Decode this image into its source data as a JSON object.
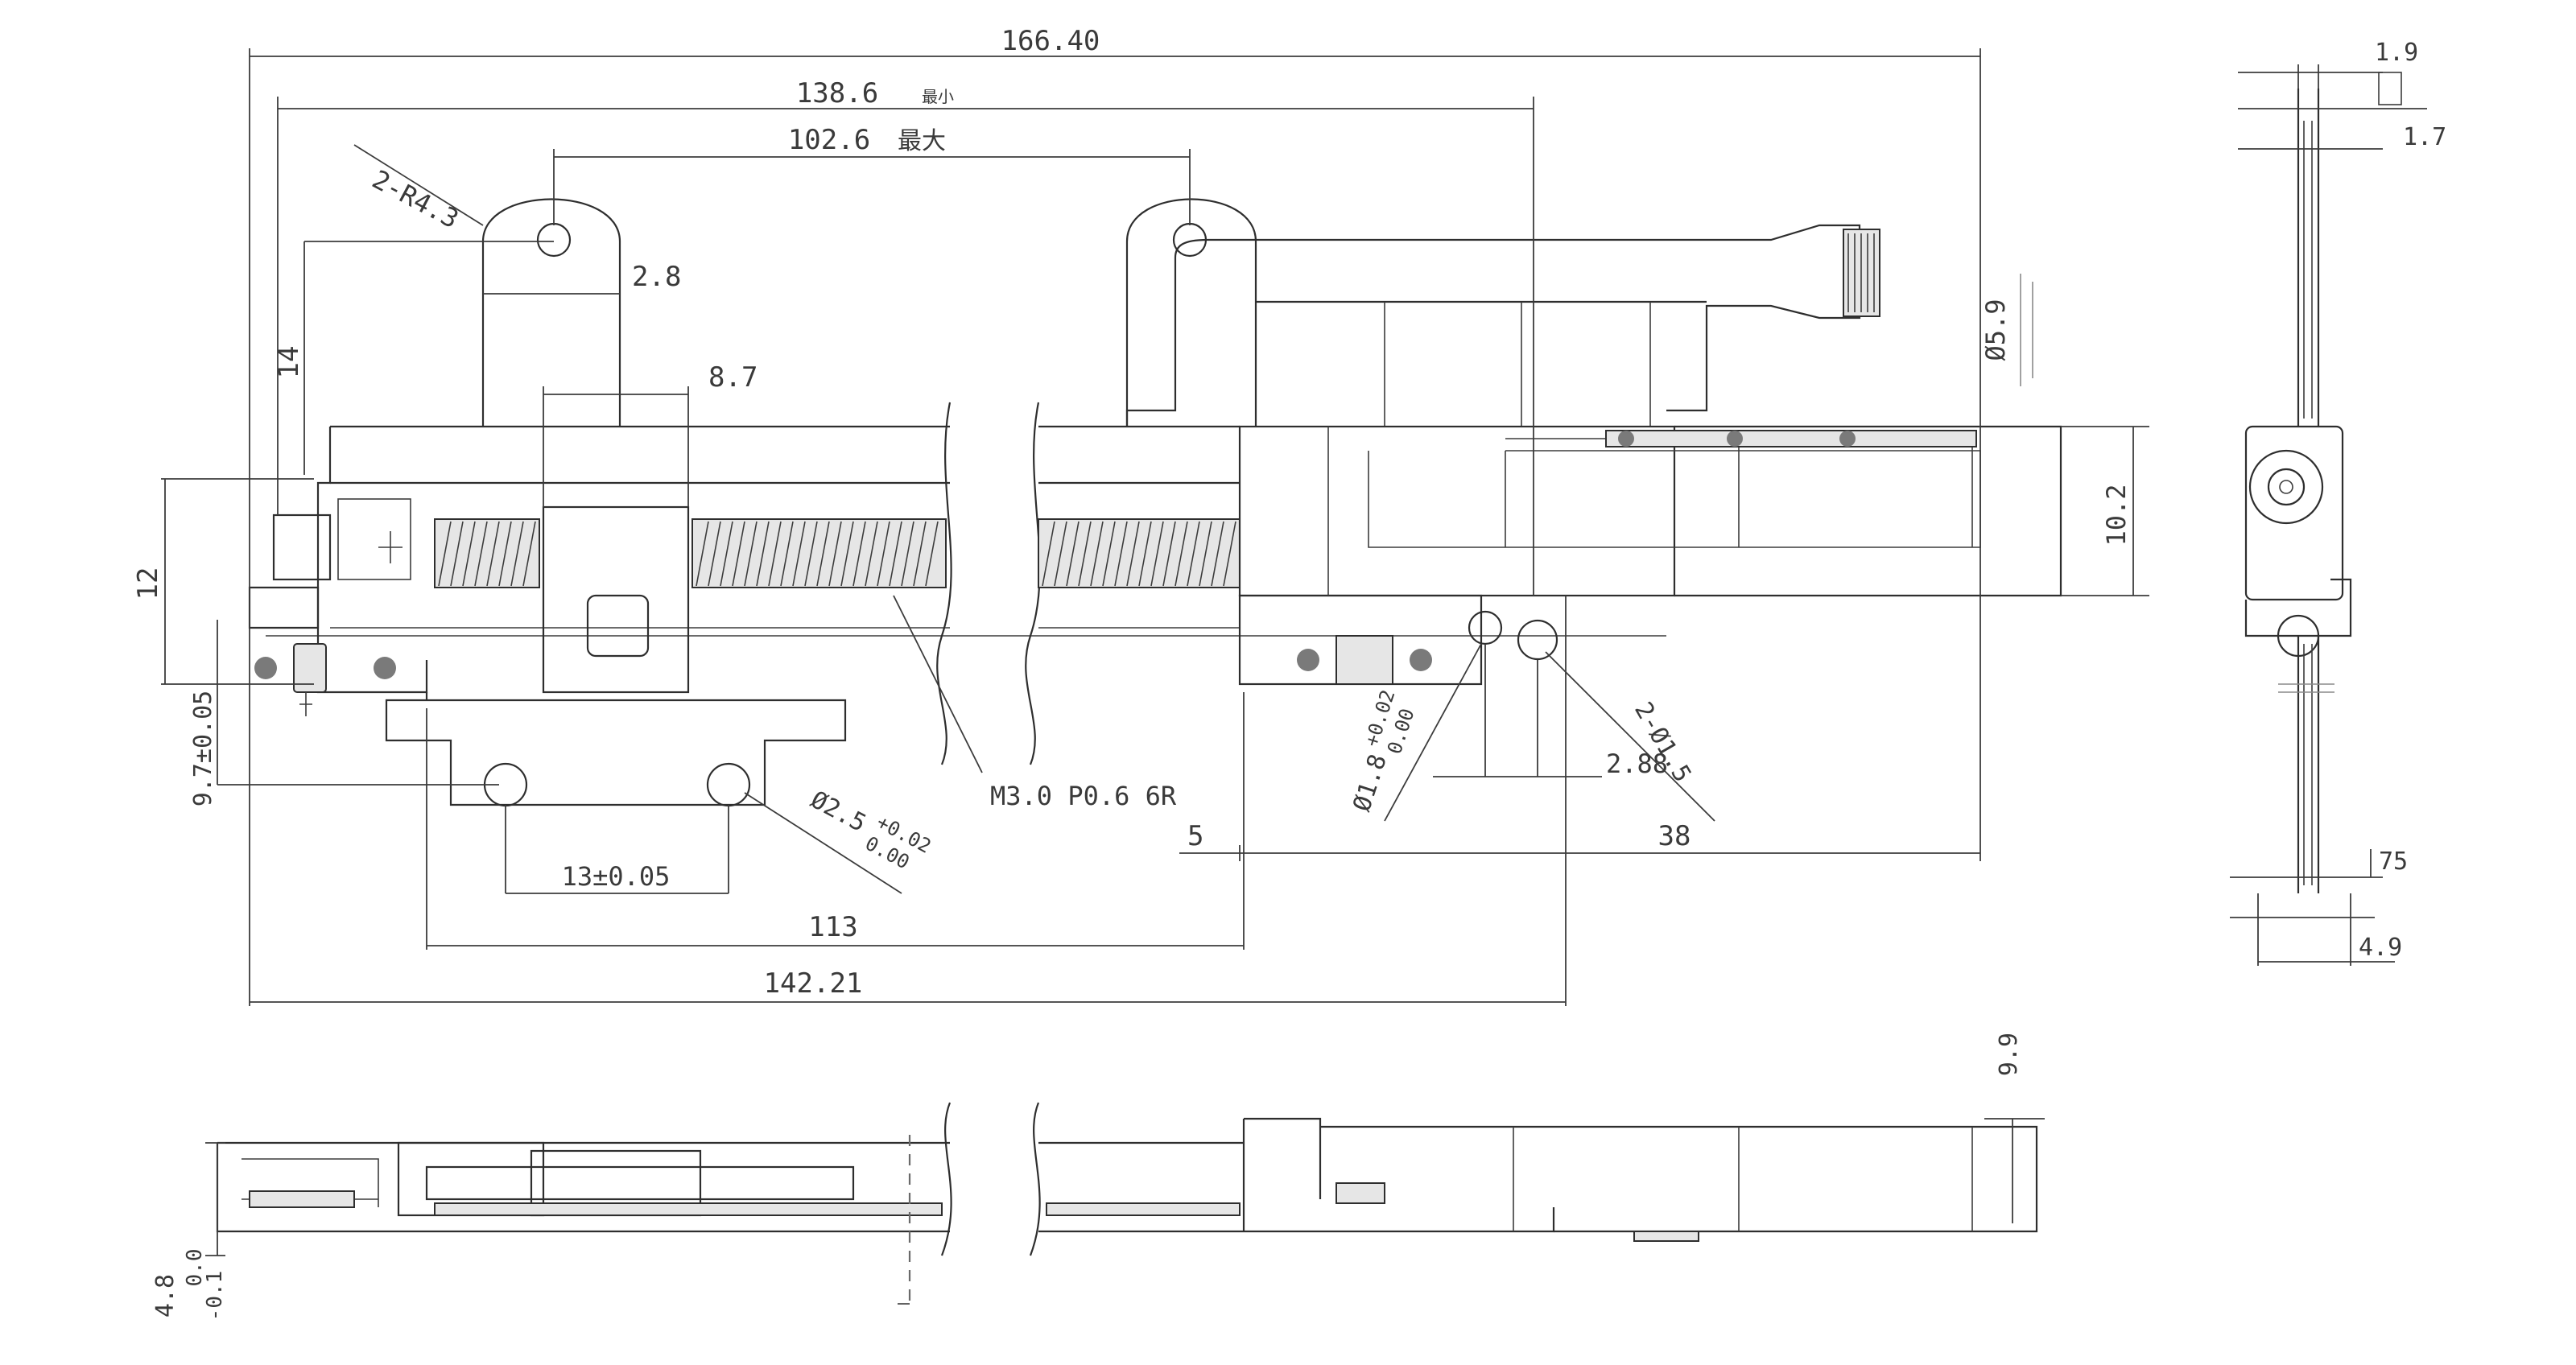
{
  "dimensions": {
    "overall_width": "166.40",
    "mounting_span": "138.6",
    "mounting_span_note": "最小",
    "travel": "102.6",
    "travel_note": "最大",
    "ear_radius": "2-R4.3",
    "ear_hole_spacing": "2.8",
    "gear_block_width": "8.7",
    "ear_height": "14",
    "body_height": "12",
    "offset_tol": "9.7±0.05",
    "hole_pitch": "13±0.05",
    "hole_dia": "Ø2.5",
    "hole_dia_tol_upper": "+0.02",
    "hole_dia_tol_lower": "0.00",
    "thread_spec": "M3.0 P0.6 6R",
    "small_hole_dia": "Ø1.8",
    "small_hole_tol_upper": "+0.02",
    "small_hole_tol_lower": "0.00",
    "small_offset": "2.88",
    "slot_spec": "2-Ø1.5",
    "right_offset": "5",
    "right_length": "38",
    "base_length": "113",
    "total_base": "142.21",
    "motor_height": "10.2",
    "connector_dia": "Ø5.9",
    "side_top_a": "1.9",
    "side_top_b": "1.7",
    "side_bottom_a": "75",
    "side_bottom_b": "4.9",
    "front_height": "9.9",
    "front_tol_upper": "0.0",
    "front_tol_lower": "-0.1",
    "front_base": "4.8"
  }
}
